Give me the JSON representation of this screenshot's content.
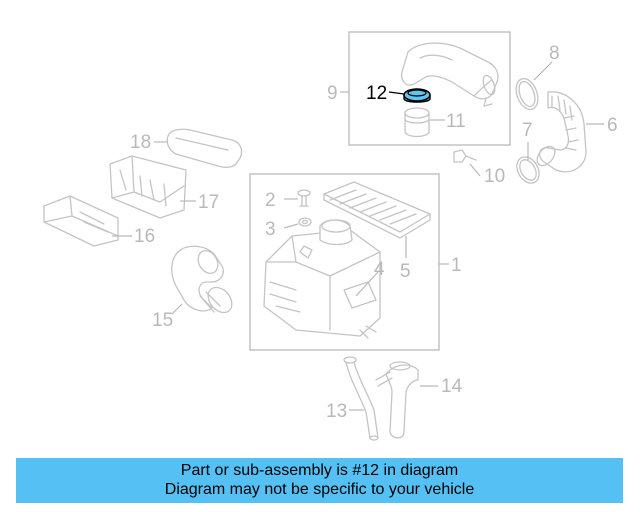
{
  "callouts": {
    "c1": "1",
    "c2": "2",
    "c3": "3",
    "c4": "4",
    "c5": "5",
    "c6": "6",
    "c7": "7",
    "c8": "8",
    "c9": "9",
    "c10": "10",
    "c11": "11",
    "c12": "12",
    "c13": "13",
    "c14": "14",
    "c15": "15",
    "c16": "16",
    "c17": "17",
    "c18": "18"
  },
  "highlighted_part": "12",
  "colors": {
    "highlight": "#000000",
    "part_line": "#c4c4c4",
    "highlight_ring": "#5fc6f2",
    "caption_bg": "#55c0f4"
  },
  "caption": {
    "line1": "Part or sub-assembly is #12 in diagram",
    "line2": "Diagram may not be specific to your vehicle"
  }
}
